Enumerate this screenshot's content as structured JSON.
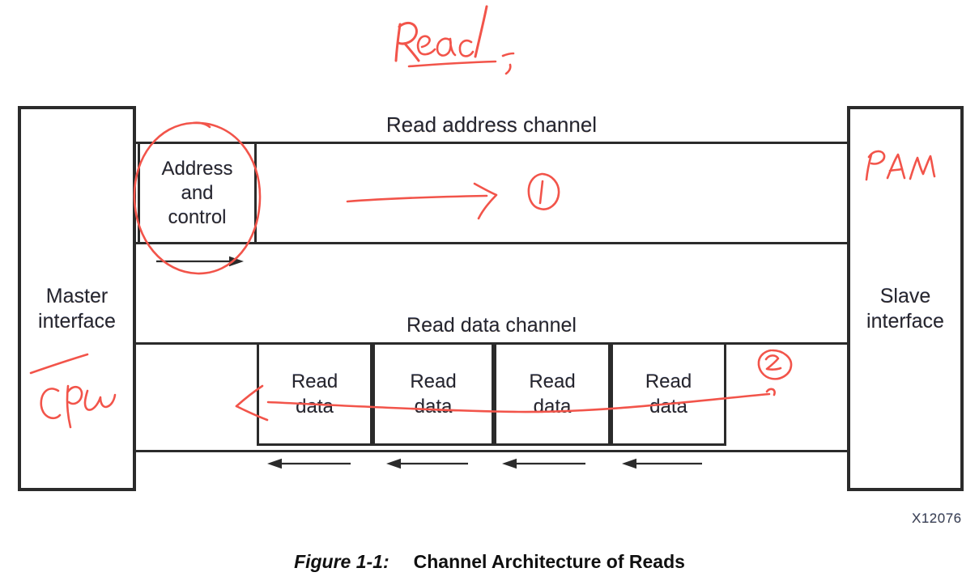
{
  "diagram": {
    "channels": {
      "read_address": "Read address channel",
      "read_data": "Read data channel"
    },
    "blocks": {
      "master": {
        "line1": "Master",
        "line2": "interface"
      },
      "slave": {
        "line1": "Slave",
        "line2": "interface"
      },
      "address_control": {
        "line1": "Address",
        "line2": "and",
        "line3": "control"
      },
      "read_data": {
        "line1": "Read",
        "line2": "data"
      }
    },
    "figure_number": "X12076"
  },
  "handwritten": {
    "title": "Read",
    "title_punctuation": ":",
    "master_note": "cpu",
    "slave_note": "RAM",
    "step_1": "1",
    "step_2": "2",
    "ink_color": "#f2544a"
  },
  "caption": {
    "label": "Figure 1-1:",
    "title": "Channel Architecture of Reads"
  },
  "colors": {
    "line": "#2b2b2b",
    "text": "#26262e"
  }
}
